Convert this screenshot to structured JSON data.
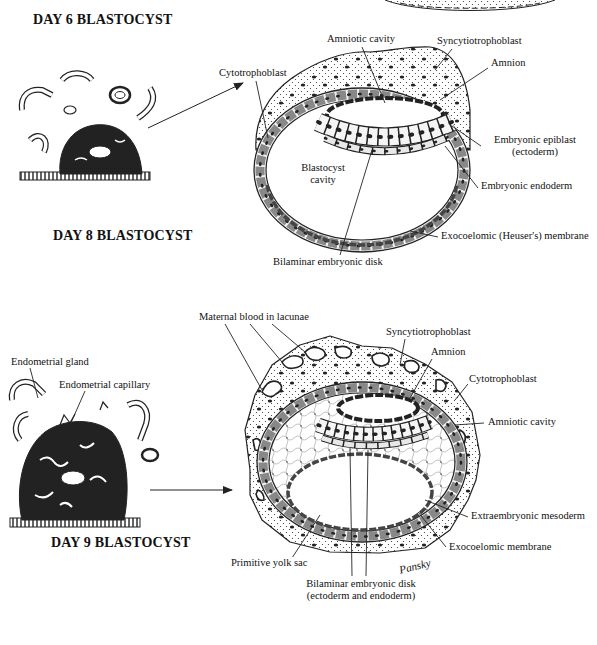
{
  "diagram": {
    "labels": [
      "DAY 6 BLASTOCYST",
      "Amniotic cavity",
      "Syncytiotrophoblast",
      "Cytotrophoblast",
      "Amnion",
      "Embryonic epiblast (ectoderm)",
      "Blastocyst cavity",
      "Embryonic endoderm",
      "DAY 8 BLASTOCYST",
      "Exocoelomic (Heuser's) membrane",
      "Bilaminar embryonic disk",
      "Maternal blood in lacunae",
      "Syncytiotrophoblast",
      "Endometrial gland",
      "Endometrial capillary",
      "Amnion",
      "Cytotrophoblast",
      "Amniotic cavity",
      "Extraembryonic mesoderm",
      "DAY 9 BLASTOCYST",
      "Exocoelomic membrane",
      "Primitive yolk sac",
      "Pansky",
      "Bilaminar embryonic disk (ectoderm and endoderm)"
    ]
  }
}
